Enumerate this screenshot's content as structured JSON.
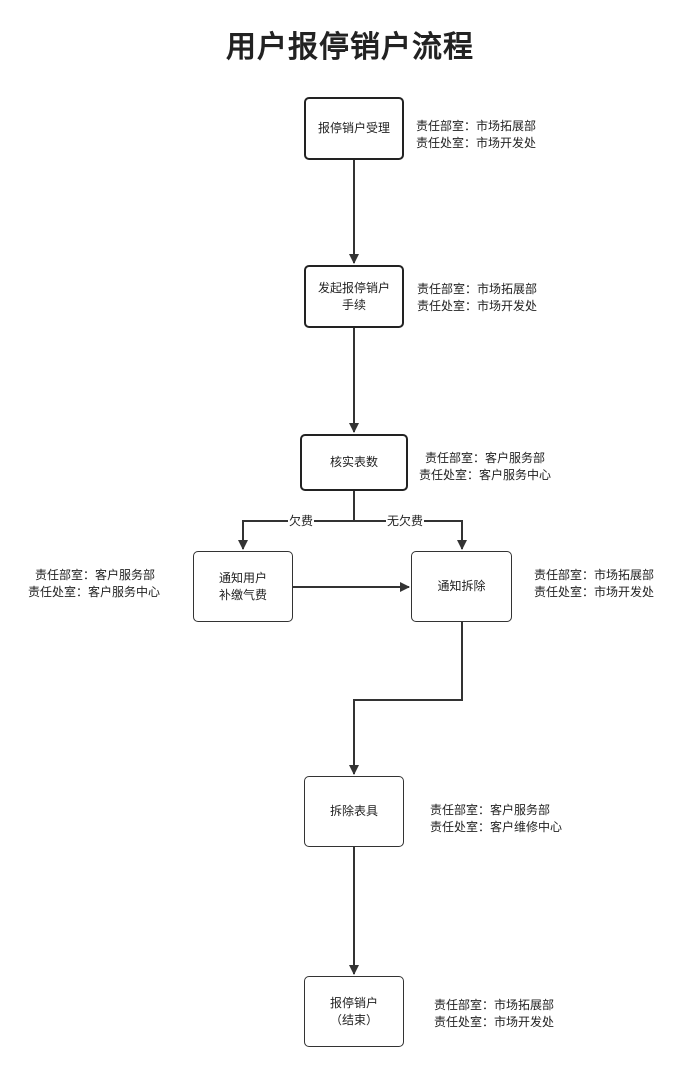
{
  "title": "用户报停销户流程",
  "nodes": {
    "accept": {
      "label": "报停销户受理",
      "dept": "责任部室：市场拓展部",
      "office": "责任处室：市场开发处"
    },
    "initiate": {
      "label": "发起报停销户\n手续",
      "dept": "责任部室：市场拓展部",
      "office": "责任处室：市场开发处"
    },
    "verify": {
      "label": "核实表数",
      "dept": "责任部室：客户服务部",
      "office": "责任处室：客户服务中心"
    },
    "notify_pay": {
      "label": "通知用户\n补缴气费",
      "dept": "责任部室：客户服务部",
      "office": "责任处室：客户服务中心"
    },
    "notify_remove": {
      "label": "通知拆除",
      "dept": "责任部室：市场拓展部",
      "office": "责任处室：市场开发处"
    },
    "remove_meter": {
      "label": "拆除表具",
      "dept": "责任部室：客户服务部",
      "office": "责任处室：客户维修中心"
    },
    "end": {
      "label": "报停销户\n（结束）",
      "dept": "责任部室：市场拓展部",
      "office": "责任处室：市场开发处"
    }
  },
  "edges": {
    "owed": "欠费",
    "not_owed": "无欠费"
  }
}
